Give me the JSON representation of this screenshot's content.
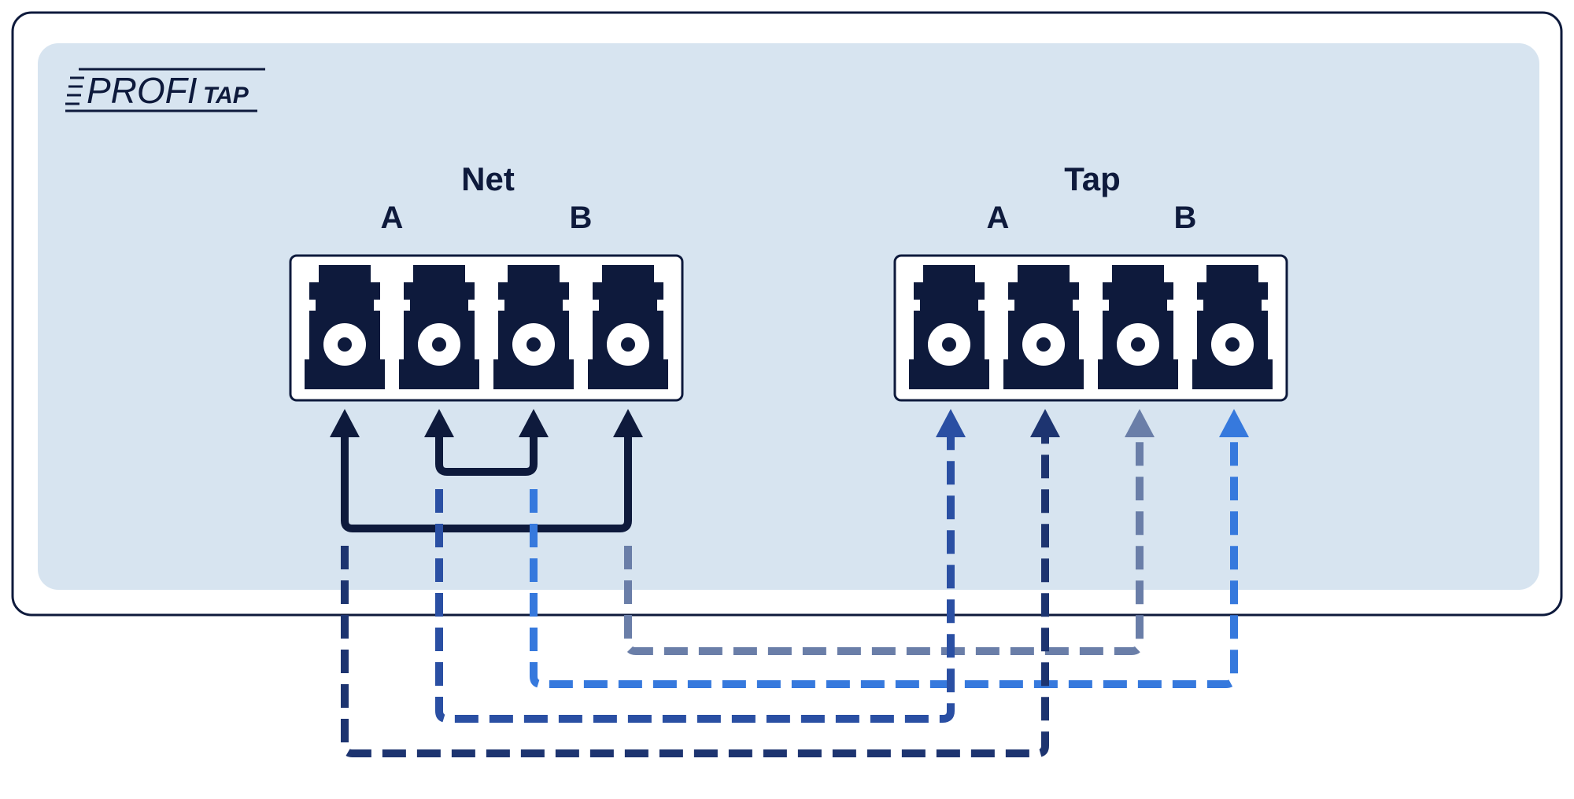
{
  "logo": {
    "word1": "PROFI",
    "word2": "TAP"
  },
  "groups": [
    {
      "id": "net",
      "title": "Net",
      "side_a": "A",
      "side_b": "B"
    },
    {
      "id": "tap",
      "title": "Tap",
      "side_a": "A",
      "side_b": "B"
    }
  ],
  "colors": {
    "panel_border": "#0e1a3c",
    "panel_fill": "#d7e4f0",
    "port_fill": "#0e1a3c",
    "link_solid": "#0e1a3c",
    "tap_line_1": "#1d3470",
    "tap_line_2": "#2a4fa3",
    "tap_line_3": "#3679dd",
    "tap_line_4": "#6a7ea8"
  }
}
